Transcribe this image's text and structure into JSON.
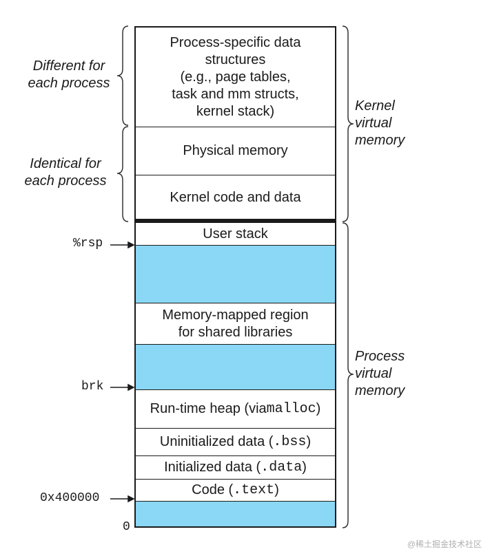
{
  "left_labels": {
    "different": [
      "Different for",
      "each process"
    ],
    "identical": [
      "Identical for",
      "each process"
    ]
  },
  "right_labels": {
    "kernel": [
      "Kernel",
      "virtual",
      "memory"
    ],
    "process": [
      "Process",
      "virtual",
      "memory"
    ]
  },
  "segments": {
    "process_specific": [
      "Process-specific data",
      "structures",
      "(e.g., page tables,",
      "task and mm structs,",
      "kernel stack)"
    ],
    "physical_memory": "Physical memory",
    "kernel_code": "Kernel code and data",
    "user_stack": "User stack",
    "mmap": [
      "Memory-mapped region",
      "for shared libraries"
    ],
    "heap": {
      "text": "Run-time heap (via ",
      "code": "malloc",
      "close": ")"
    },
    "bss": {
      "text": "Uninitialized data (",
      "code": ".bss",
      "close": ")"
    },
    "data": {
      "text": "Initialized data (",
      "code": ".data",
      "close": ")"
    },
    "text": {
      "text": "Code (",
      "code": ".text",
      "close": ")"
    }
  },
  "pointers": {
    "rsp": "%rsp",
    "brk": "brk",
    "text_start": "0x400000",
    "zero": "0"
  },
  "colors": {
    "gap": "#8ad7f6",
    "line": "#1a1a1a"
  },
  "watermark": "@稀土掘金技术社区"
}
